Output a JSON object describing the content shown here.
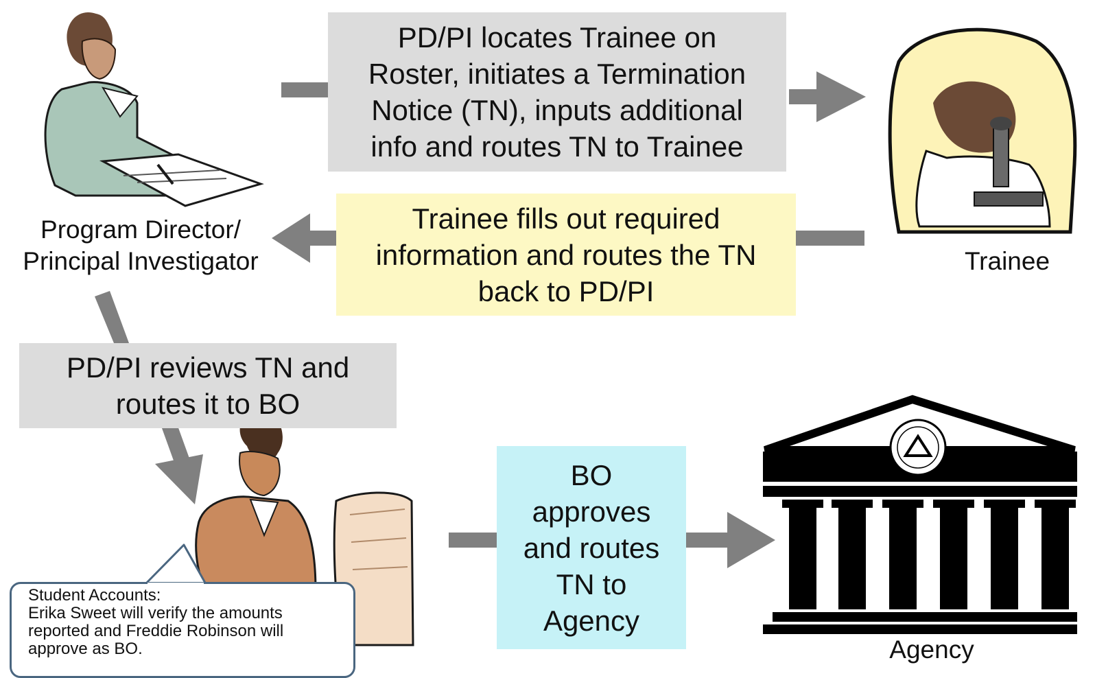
{
  "steps": {
    "step1": [
      "PD/PI locates Trainee on",
      "Roster, initiates a Termination",
      "Notice (TN), inputs additional",
      "info and routes TN to Trainee"
    ],
    "step2": [
      "Trainee fills out required",
      "information and routes the TN",
      "back to PD/PI"
    ],
    "step3": [
      "PD/PI reviews TN and",
      "routes it to BO"
    ],
    "step4": [
      "BO",
      "approves",
      "and routes",
      "TN to",
      "Agency"
    ]
  },
  "actors": {
    "pdpi": [
      "Program Director/",
      "Principal Investigator"
    ],
    "trainee": "Trainee",
    "agency": "Agency"
  },
  "callout": {
    "lines": [
      "Student Accounts:",
      "Erika Sweet will verify the amounts",
      "reported and Freddie Robinson will",
      "approve as BO."
    ]
  },
  "icons": {
    "pdpi": "woman-reading-illustration",
    "trainee": "scientist-microscope-illustration",
    "bo": "man-at-computer-illustration",
    "agency": "nih-building-icon"
  },
  "colors": {
    "gray_box": "#dcdcdc",
    "yellow_box": "#fdf8c4",
    "cyan_box": "#c6f2f7",
    "arrow": "#808080",
    "callout_border": "#4a6680"
  }
}
